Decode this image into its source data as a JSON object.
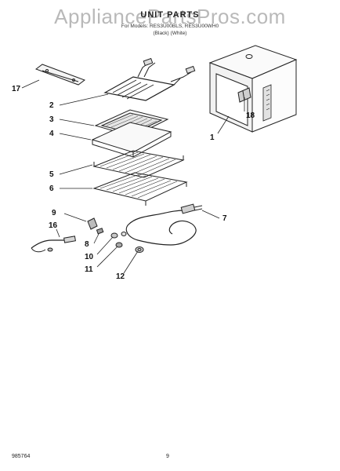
{
  "watermark": "AppliancePartsPros.com",
  "header": {
    "title": "UNIT PARTS",
    "models_line": "For Models: RES3U00BLS, RES3U00WH0",
    "colors_line": "(Black)          (White)"
  },
  "callouts": {
    "c1": "1",
    "c2": "2",
    "c3": "3",
    "c4": "4",
    "c5": "5",
    "c6": "6",
    "c7": "7",
    "c8": "8",
    "c9": "9",
    "c10": "10",
    "c11": "11",
    "c12": "12",
    "c16": "16",
    "c17": "17",
    "c18": "18"
  },
  "footer": {
    "doc_number": "985764",
    "page_number": "9"
  }
}
